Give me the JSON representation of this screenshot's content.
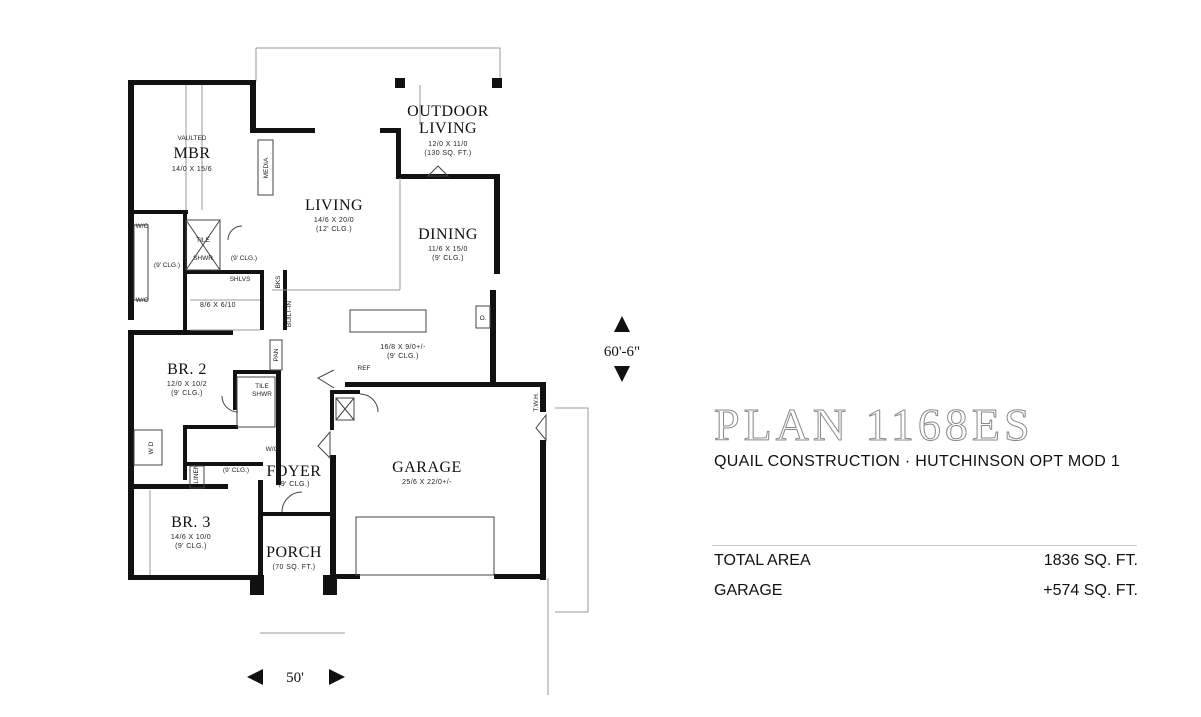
{
  "plan": {
    "title": "PLAN 1168ES",
    "subtitle": "QUAIL CONSTRUCTION · HUTCHINSON OPT MOD 1",
    "total_area_label": "TOTAL AREA",
    "total_area_value": "1836 SQ. FT.",
    "garage_label": "GARAGE",
    "garage_value": "+574 SQ. FT."
  },
  "dimensions": {
    "depth": "60'-6\"",
    "width": "50'"
  },
  "rooms": {
    "mbr": {
      "note": "VAULTED",
      "name": "MBR",
      "size": "14/0 X 15/6"
    },
    "outdoor": {
      "name1": "OUTDOOR",
      "name2": "LIVING",
      "size": "12/0 X 11/0",
      "area": "(130 SQ. FT.)"
    },
    "living": {
      "name": "LIVING",
      "size": "14/6 X 20/0",
      "clg": "(12' CLG.)"
    },
    "dining": {
      "name": "DINING",
      "size": "11/6 X 15/0",
      "clg": "(9' CLG.)"
    },
    "kitchen": {
      "size": "16/8 X 9/0+/-",
      "clg": "(9' CLG.)"
    },
    "br2": {
      "name": "BR. 2",
      "size": "12/0 X 10/2",
      "clg": "(9' CLG.)"
    },
    "br3": {
      "name": "BR. 3",
      "size": "14/6 X 10/0",
      "clg": "(9' CLG.)"
    },
    "foyer": {
      "name": "FOYER",
      "clg": "(9' CLG.)"
    },
    "porch": {
      "name": "PORCH",
      "area": "(70 SQ. FT.)"
    },
    "garage": {
      "name": "GARAGE",
      "size": "25/6 X 22/0+/-"
    },
    "closet": {
      "size": "8/6 X 6/10"
    }
  },
  "labels": {
    "media": "MEDIA",
    "tile_shwr_1": "TILE",
    "tile_shwr_1b": "SHWR",
    "tile_shwr_2": "TILE",
    "tile_shwr_2b": "SHWR",
    "mbath_clg": "(9' CLG.)",
    "hall_clg": "(9' CLG.)",
    "bath2_clg": "(9' CLG.)",
    "shlvs": "SHLVS",
    "bks": "BKS",
    "built_in": "BUILT-IN",
    "pan": "PAN",
    "ref": "REF",
    "twh": "T.W.H.",
    "linen": "LINEN",
    "wd": "W  D",
    "wc1": "W/C",
    "wc2": "W/C",
    "wc3": "W/C",
    "oven": "O."
  }
}
